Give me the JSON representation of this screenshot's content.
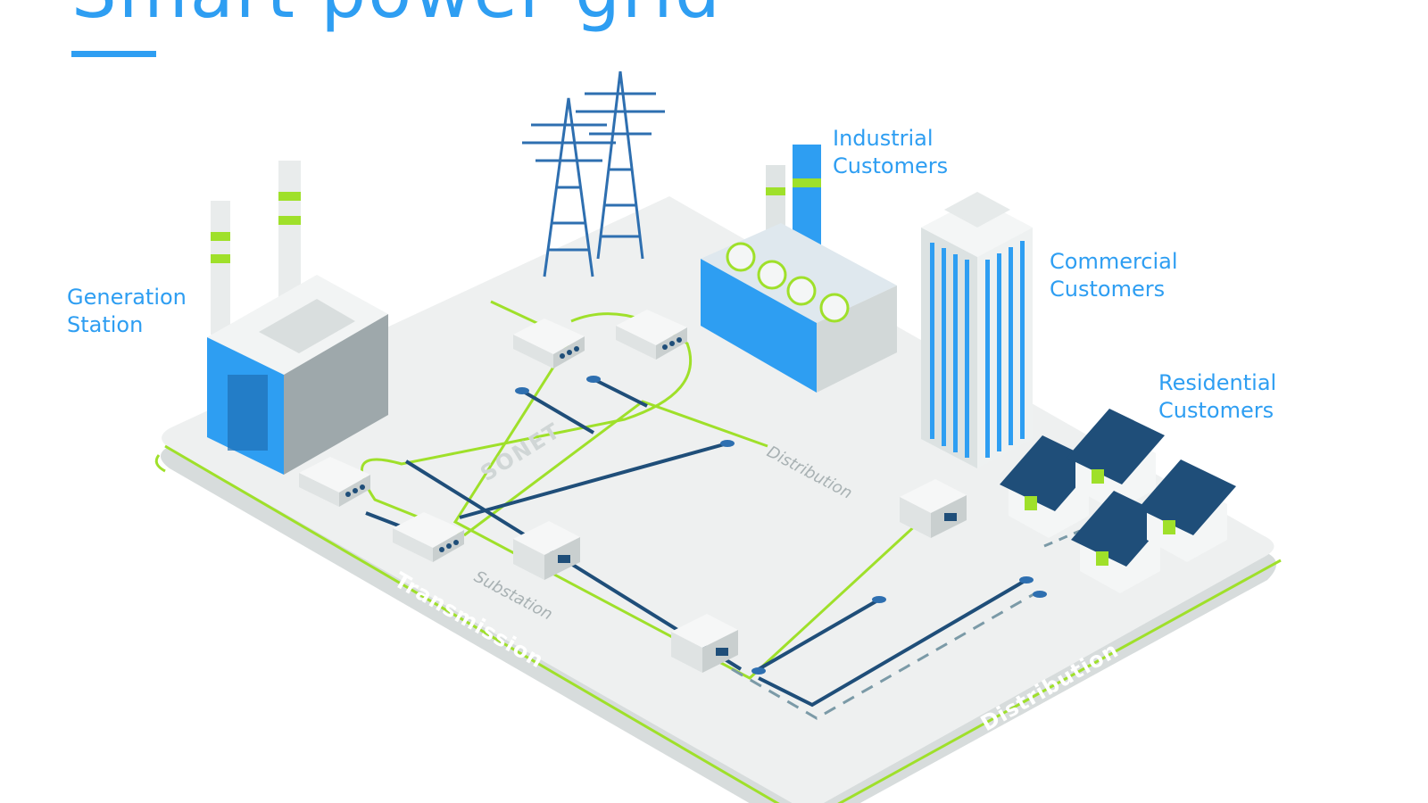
{
  "title": "Smart power grid",
  "callouts": {
    "generation": [
      "Generation",
      "Station"
    ],
    "industrial": [
      "Industrial",
      "Customers"
    ],
    "commercial": [
      "Commercial",
      "Customers"
    ],
    "residential": [
      "Residential",
      "Customers"
    ]
  },
  "zone_labels": {
    "sonet": "SONET",
    "distribution_inner": "Distribution",
    "substation": "Substation",
    "transmission": "Transmission",
    "distribution_edge": "Distribution"
  },
  "colors": {
    "accent_blue": "#2e9ef2",
    "navy": "#1f4e79",
    "lime": "#9fe02a",
    "platform_top": "#eef0f0",
    "platform_side": "#d7dcdc",
    "dashed": "#7b9aa7"
  }
}
